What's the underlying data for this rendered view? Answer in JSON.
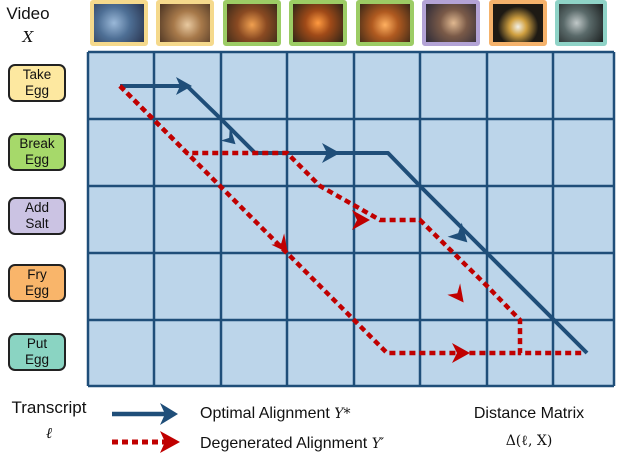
{
  "video_label": "Video",
  "video_symbol": "X",
  "frames": [
    {
      "border": "#f5d98c"
    },
    {
      "border": "#f5d98c"
    },
    {
      "border": "#9ccc65"
    },
    {
      "border": "#9ccc65"
    },
    {
      "border": "#9ccc65"
    },
    {
      "border": "#b3a3d6"
    },
    {
      "border": "#f5b26b"
    },
    {
      "border": "#8fd3c7"
    }
  ],
  "actions": [
    {
      "line1": "Take",
      "line2": "Egg",
      "color": "#fde8a0"
    },
    {
      "line1": "Break",
      "line2": "Egg",
      "color": "#a6d96a"
    },
    {
      "line1": "Add",
      "line2": "Salt",
      "color": "#cbc3e3"
    },
    {
      "line1": "Fry",
      "line2": "Egg",
      "color": "#f9b56a"
    },
    {
      "line1": "Put",
      "line2": "Egg",
      "color": "#8ad4c2"
    }
  ],
  "transcript_label": "Transcript",
  "transcript_symbol": "ℓ",
  "legend": {
    "optimal_label": "Optimal Alignment",
    "optimal_symbol": "Y*",
    "degenerated_label": "Degenerated Alignment",
    "degenerated_symbol": "Y′"
  },
  "matrix_label": "Distance Matrix",
  "matrix_symbol": "Δ(ℓ, X)",
  "colors": {
    "grid_fill": "#bcd5ea",
    "grid_line": "#1f4e79",
    "optimal": "#1f4e79",
    "degenerated": "#c00000"
  }
}
